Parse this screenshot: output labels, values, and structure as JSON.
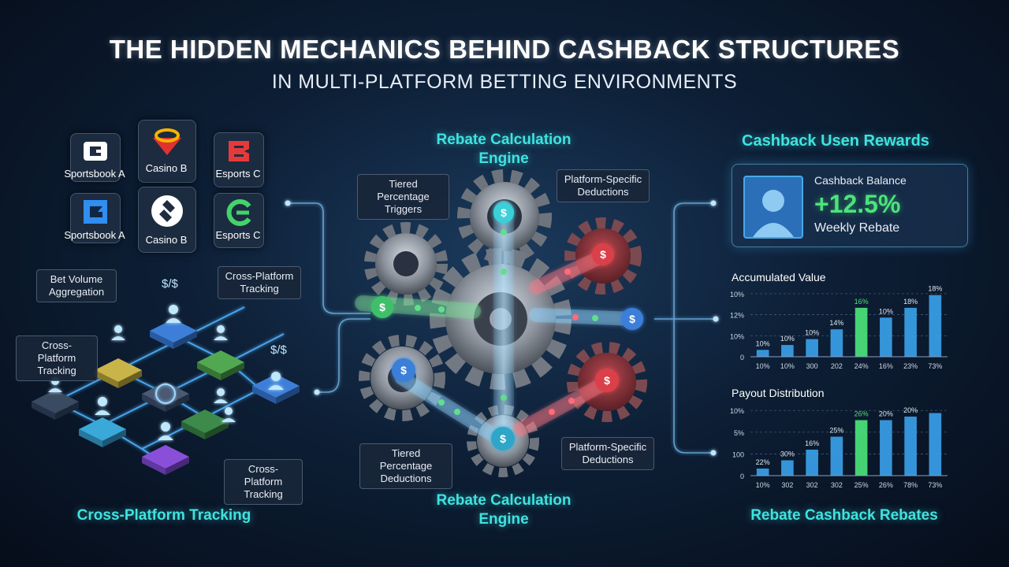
{
  "title": "THE HIDDEN MECHANICS BEHIND CASHBACK STRUCTURES",
  "subtitle": "IN MULTI-PLATFORM BETTING ENVIRONMENTS",
  "platforms": [
    {
      "label": "Sportsbook A",
      "icon": "sportsbook-logo-icon"
    },
    {
      "label": "Casino B",
      "icon": "casino-logo-icon"
    },
    {
      "label": "Esports C",
      "icon": "esports-logo-icon"
    },
    {
      "label": "Sportsbook A",
      "icon": "sportsbook-logo-icon"
    },
    {
      "label": "Casino B",
      "icon": "casino-logo-icon"
    },
    {
      "label": "Esports C",
      "icon": "esports-logo-icon"
    }
  ],
  "left_tags": {
    "bet_volume": "Bet Volume Aggregation",
    "cross_top": "Cross-Platform Tracking",
    "cross_left": "Cross-Platform Tracking",
    "cross_bottom": "Cross-Platform Tracking"
  },
  "left_footer": "Cross-Platform Tracking",
  "network_glyphs": [
    "$/$",
    "$/$"
  ],
  "engine": {
    "title_top": "Rebate Calculation Engine",
    "title_bottom": "Rebate Calculation Engine",
    "tag_top_left": "Tiered Percentage Triggers",
    "tag_top_right": "Platform-Specific Deductions",
    "tag_bottom_left": "Tiered Percentage Deductions",
    "tag_bottom_right": "Platform-Specific Deductions",
    "coin_symbol": "$"
  },
  "rewards": {
    "header": "Cashback Usen Rewards",
    "balance_label": "Cashback Balance",
    "balance_value": "+12.5%",
    "balance_caption": "Weekly Rebate",
    "footer": "Rebate Cashback Rebates"
  },
  "colors": {
    "accent_cyan": "#3fe3e0",
    "bar_blue": "#3aa0e8",
    "bar_green": "#4be37a",
    "coin_green": "#3fbf6a",
    "coin_red": "#d9404a",
    "coin_blue": "#3a7fd8"
  },
  "chart_data": [
    {
      "type": "bar",
      "title": "Accumulated Value",
      "categories": [
        "10%",
        "10%",
        "300",
        "202",
        "24%",
        "16%",
        "23%",
        "73%"
      ],
      "values": [
        0.7,
        1.2,
        1.8,
        2.8,
        5.0,
        4.0,
        5.0,
        6.3
      ],
      "data_labels": [
        "10%",
        "10%",
        "10%",
        "14%",
        "16%",
        "10%",
        "18%",
        "18%"
      ],
      "highlight_index": 4,
      "ytick_labels": [
        "0",
        "10%",
        "12%",
        "10%"
      ],
      "ylim": [
        0,
        7
      ],
      "grid": true
    },
    {
      "type": "bar",
      "title": "Payout Distribution",
      "categories": [
        "10%",
        "302",
        "302",
        "302",
        "25%",
        "26%",
        "78%",
        "73%"
      ],
      "values": [
        0.6,
        1.3,
        2.2,
        3.3,
        4.7,
        4.7,
        5.0,
        5.3
      ],
      "data_labels": [
        "22%",
        "30%",
        "16%",
        "25%",
        "26%",
        "20%",
        "20%"
      ],
      "highlight_index": 4,
      "ytick_labels": [
        "0",
        "100",
        "5%",
        "10%"
      ],
      "ylim": [
        0,
        6
      ],
      "grid": true
    }
  ]
}
